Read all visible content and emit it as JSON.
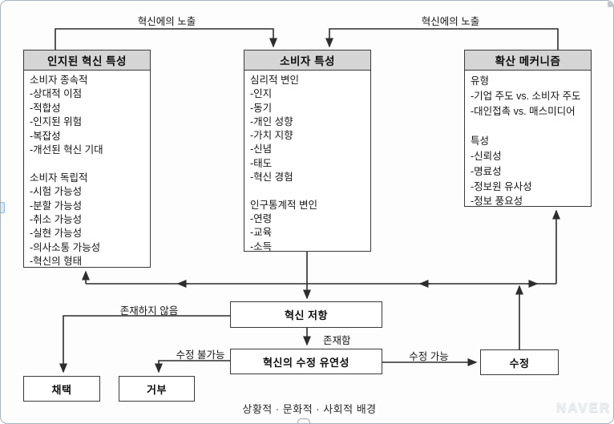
{
  "top_labels": {
    "left": "혁신에의 노출",
    "right": "혁신에의 노출"
  },
  "boxes": {
    "perceived": {
      "title": "인지된 혁신 특성",
      "lines": [
        "소비자 종속적",
        "-상대적 이점",
        "-적합성",
        "-인지된 위험",
        "-복잡성",
        "-개선된 혁신 기대",
        "",
        "소비자 독립적",
        "-시험 가능성",
        "-분할 가능성",
        "-취소 가능성",
        "-실현 가능성",
        "-의사소통 가능성",
        "-혁신의 형태"
      ]
    },
    "consumer": {
      "title": "소비자 특성",
      "lines": [
        "심리적 변인",
        "-인지",
        "-동기",
        "-개인 성향",
        "-가치 지향",
        "-신념",
        "-태도",
        "-혁신 경험",
        "",
        "인구통계적 변인",
        "-연령",
        "-교육",
        "-소득"
      ]
    },
    "diffusion": {
      "title": "확산 메커니즘",
      "lines": [
        "유형",
        "-기업 주도 vs. 소비자 주도",
        "-대인접촉 vs. 매스미디어",
        "",
        "특성",
        "-신뢰성",
        "-명료성",
        "-정보원 유사성",
        "-정보 풍요성"
      ]
    },
    "resistance": {
      "title": "혁신 저항"
    },
    "flexibility": {
      "title": "혁신의 수정 유연성"
    },
    "modification": {
      "title": "수정"
    },
    "adoption": {
      "title": "채택"
    },
    "rejection": {
      "title": "거부"
    }
  },
  "edge_labels": {
    "not_exist": "존재하지 않음",
    "exist": "존재함",
    "cannot_modify": "수정 불가능",
    "can_modify": "수정 가능"
  },
  "caption": "상황적 · 문화적 · 사회적 배경",
  "watermark": "NAVER",
  "colors": {
    "line": "#2d2d2d",
    "box_border": "#3a3a3a",
    "header_bg": "#d5d5d5",
    "frame_border": "#a9b2ba",
    "watermark_gray": "#d3d7da",
    "handle_blue": "#90b9de"
  }
}
